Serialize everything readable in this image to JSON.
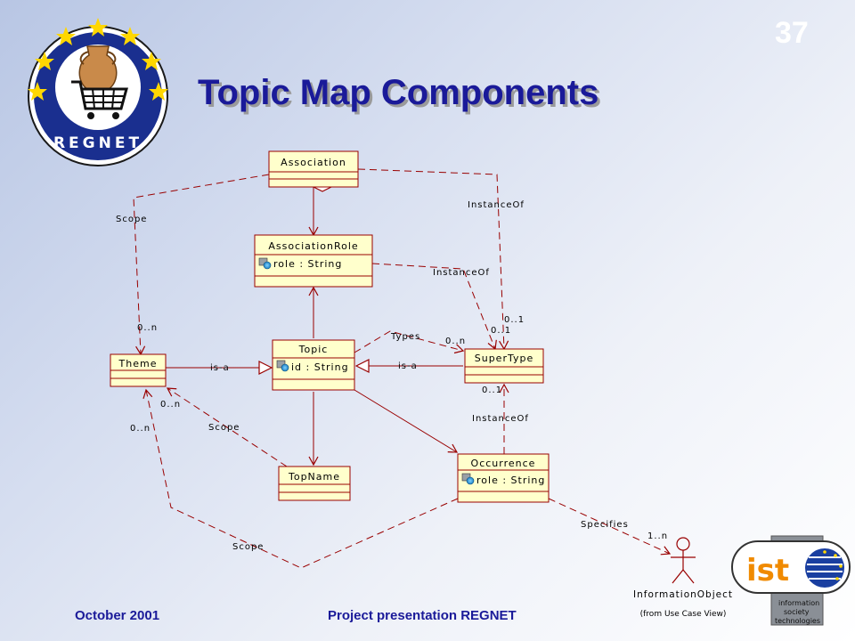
{
  "slide": {
    "page_number": "37",
    "title": "Topic Map Components",
    "footer_date": "October 2001",
    "footer_project": "Project presentation REGNET"
  },
  "logos": {
    "regnet_text": "REGNET",
    "ist_text": "ist",
    "ist_line1": "information",
    "ist_line2": "society",
    "ist_line3": "technologies"
  },
  "diagram": {
    "classes": {
      "association": "Association",
      "association_role": "AssociationRole",
      "association_role_attr": "role : String",
      "topic": "Topic",
      "topic_attr": "id : String",
      "theme": "Theme",
      "supertype": "SuperType",
      "topname": "TopName",
      "occurrence": "Occurrence",
      "occurrence_attr": "role : String"
    },
    "actor": {
      "name": "InformationObject",
      "note": "(from Use Case View)"
    },
    "labels": {
      "scope_1": "Scope",
      "scope_2": "Scope",
      "scope_3": "Scope",
      "instanceof_1": "InstanceOf",
      "instanceof_2": "InstanceOf",
      "instanceof_3": "InstanceOf",
      "types": "Types",
      "isa_1": "is-a",
      "isa_2": "is-a",
      "specifies": "Specifies",
      "m_0n_1": "0..n",
      "m_0n_2": "0..n",
      "m_0n_3": "0..n",
      "m_0n_4": "0..n",
      "m_01_1": "0..1",
      "m_01_2": "0..1",
      "m_01_3": "0..1",
      "m_1n": "1..n"
    }
  },
  "colors": {
    "title": "#1a1a99",
    "class_fill": "#ffffcc",
    "line": "#990000"
  }
}
